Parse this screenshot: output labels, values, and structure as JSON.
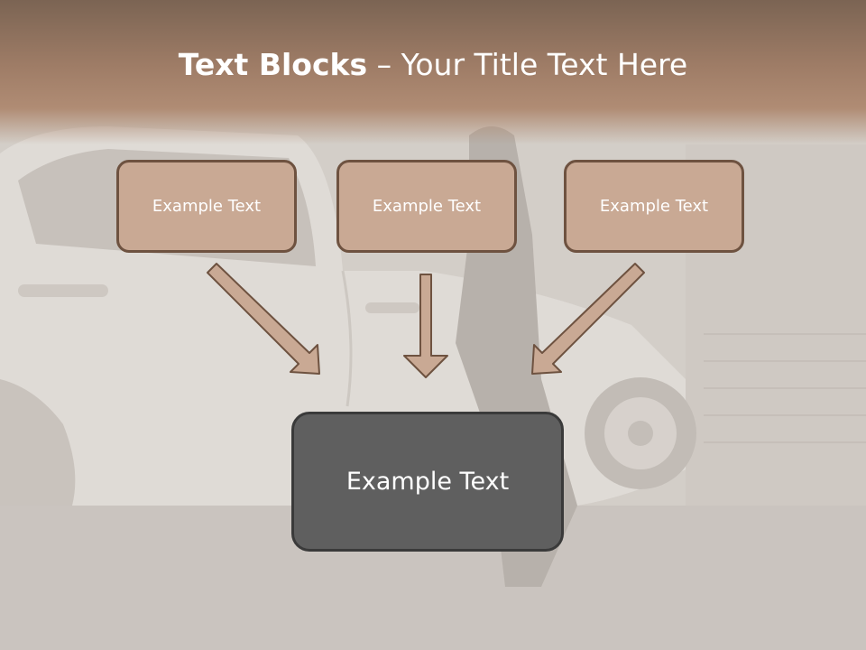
{
  "slide": {
    "title_bold": "Text Blocks",
    "title_rest": " – Your Title Text Here",
    "boxes": [
      "Example Text",
      "Example Text",
      "Example Text"
    ],
    "main_box": "Example Text"
  },
  "colors": {
    "box_fill": "#c9a994",
    "box_border": "#6e5240",
    "main_fill": "#5f5f5f",
    "arrow_fill": "#c9a994",
    "title_band": "#9e7c66"
  }
}
